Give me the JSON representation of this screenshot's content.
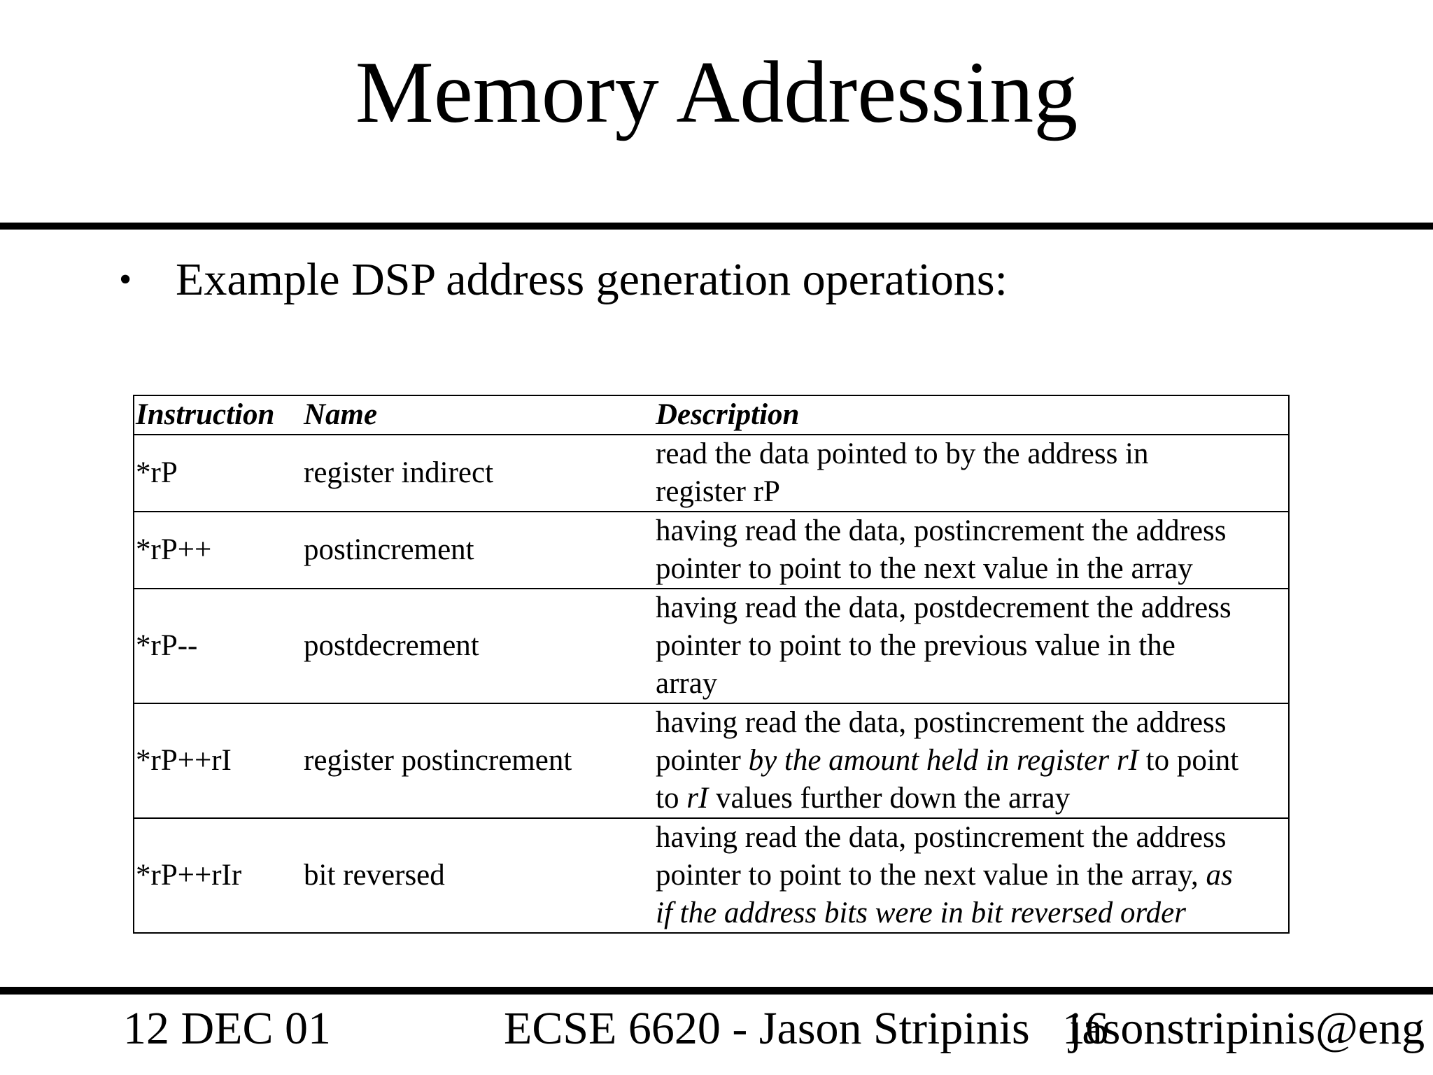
{
  "slide": {
    "title": "Memory Addressing",
    "bullet_symbol": "•",
    "bullet": "Example DSP address generation operations:"
  },
  "table": {
    "headers": [
      "Instruction",
      "Name",
      "Description"
    ],
    "rows": [
      {
        "instruction": "*rP",
        "name": "register indirect",
        "description_lines": [
          [
            {
              "text": "read the data pointed to by the address in"
            }
          ],
          [
            {
              "text": "register rP"
            }
          ]
        ]
      },
      {
        "instruction": "*rP++",
        "name": "postincrement",
        "description_lines": [
          [
            {
              "text": "having read the data, postincrement the address"
            }
          ],
          [
            {
              "text": "pointer to point to the next value in the array"
            }
          ]
        ]
      },
      {
        "instruction": "*rP--",
        "name": "postdecrement",
        "description_lines": [
          [
            {
              "text": "having read the data, postdecrement the address"
            }
          ],
          [
            {
              "text": "pointer to point to the previous value in the"
            }
          ],
          [
            {
              "text": "array"
            }
          ]
        ]
      },
      {
        "instruction": "*rP++rI",
        "name": "register postincrement",
        "description_lines": [
          [
            {
              "text": "having read the data, postincrement the address"
            }
          ],
          [
            {
              "text": "pointer "
            },
            {
              "text": "by the amount held in register rI",
              "italic": true
            },
            {
              "text": " to point"
            }
          ],
          [
            {
              "text": "to "
            },
            {
              "text": "rI",
              "italic": true
            },
            {
              "text": " values further down the array"
            }
          ]
        ]
      },
      {
        "instruction": "*rP++rIr",
        "name": "bit reversed",
        "description_lines": [
          [
            {
              "text": "having read the data, postincrement the address"
            }
          ],
          [
            {
              "text": "pointer to point to the next value in the array, "
            },
            {
              "text": "as",
              "italic": true
            }
          ],
          [
            {
              "text": "if the address bits were in bit reversed order",
              "italic": true
            }
          ]
        ]
      }
    ]
  },
  "footer": {
    "date": "12 DEC 01",
    "course": "ECSE 6620 - Jason Stripinis",
    "page": "16",
    "email": "jasonstripinis@eng"
  }
}
